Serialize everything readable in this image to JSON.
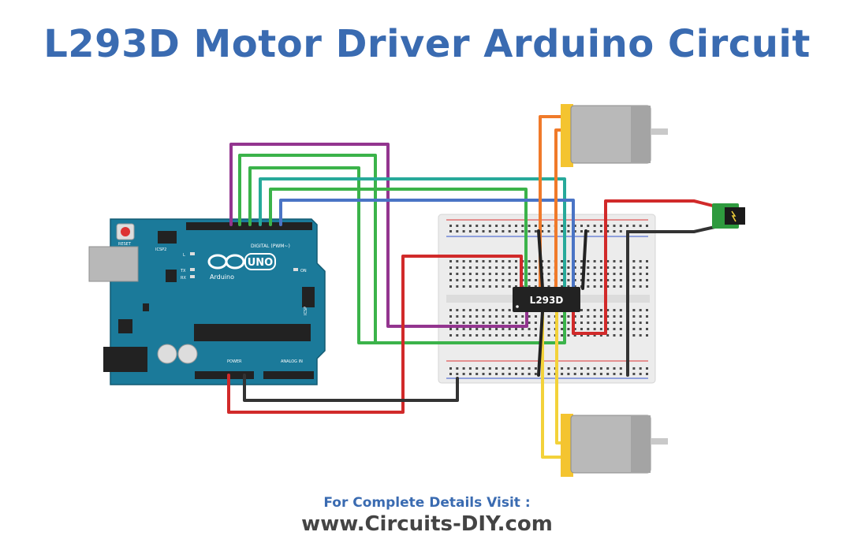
{
  "title": "L293D Motor Driver Arduino Circuit",
  "arduino": {
    "brand": "Arduino",
    "model": "UNO",
    "labels": {
      "reset": "RESET",
      "icsp2": "ICSP2",
      "icsp": "ICSP",
      "digital": "DIGITAL (PWM~)",
      "analog": "ANALOG IN",
      "power": "POWER",
      "tx": "TX",
      "rx": "RX",
      "l": "L",
      "on": "ON"
    }
  },
  "chip": {
    "label": "L293D"
  },
  "footer": {
    "line1": "For Complete Details Visit :",
    "line2": "www.Circuits-DIY.com"
  },
  "colors": {
    "title": "#3a6bb1",
    "board": "#1b7a9a",
    "wire_purple": "#93358f",
    "wire_green": "#3bb34a",
    "wire_teal": "#27a99a",
    "wire_blue": "#4a74c5",
    "wire_red": "#d12a2a",
    "wire_black": "#333333",
    "wire_orange": "#f07a2a",
    "wire_yellow": "#f3d23a"
  }
}
